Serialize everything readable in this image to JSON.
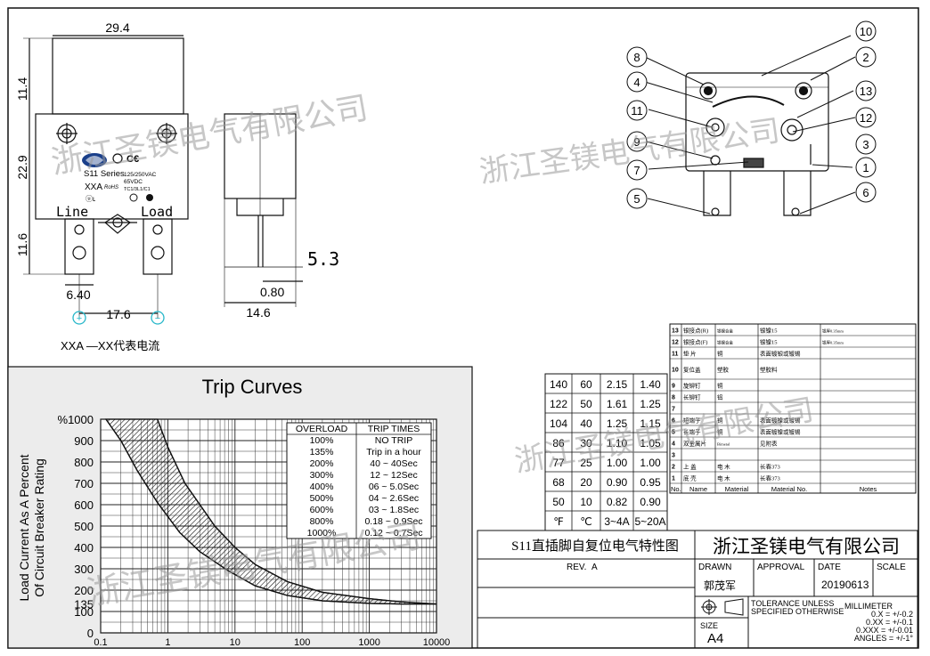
{
  "watermark": "浙江圣镁电气有限公司",
  "front_view": {
    "dim_top": "29.4",
    "dim_left_1": "11.4",
    "dim_left_2": "22.9",
    "dim_left_3": "11.6",
    "dim_pin": "6.40",
    "dim_pitch": "17.6",
    "plus": "+",
    "minus": "−",
    "label_line": "Line",
    "label_load": "Load",
    "series": "S11 Series",
    "rating_1": "125/250VAC",
    "rating_2": "65VDC",
    "rating_3": "TC1/3L1/C1",
    "model": "XXA",
    "rohs": "RoHS",
    "note": "XXA —XX代表电流"
  },
  "side_view": {
    "dim_53": "5.3",
    "dim_080": "0.80",
    "dim_146": "14.6"
  },
  "exploded_view": {
    "callouts": [
      "10",
      "8",
      "2",
      "4",
      "13",
      "11",
      "12",
      "9",
      "3",
      "7",
      "1",
      "5",
      "6"
    ]
  },
  "chart_data": {
    "type": "area",
    "title": "Trip Curves",
    "ylabel_1": "Load Current As A Percent",
    "ylabel_2": "Of Circuit Breaker Rating",
    "xscale": "log",
    "xlim": [
      0.1,
      10000
    ],
    "ylim": [
      0,
      1000
    ],
    "xticks": [
      "0.1",
      "1",
      "10",
      "100",
      "1000",
      "10000"
    ],
    "yticks": [
      "%1000",
      "900",
      "800",
      "700",
      "600",
      "500",
      "400",
      "300",
      "200",
      "135",
      "100",
      "0"
    ],
    "grid": true,
    "series": [
      {
        "x": [
          0.12,
          0.2,
          0.35,
          0.7,
          1.5,
          3,
          8,
          20,
          60,
          200,
          1000,
          3000,
          10000
        ],
        "y": [
          1000,
          900,
          760,
          610,
          470,
          380,
          290,
          220,
          175,
          150,
          138,
          135,
          135
        ]
      },
      {
        "x": [
          0.7,
          1,
          1.8,
          3,
          5,
          10,
          20,
          60,
          200,
          1000,
          3000,
          10000
        ],
        "y": [
          1000,
          870,
          700,
          600,
          500,
          400,
          320,
          240,
          190,
          160,
          145,
          135
        ]
      }
    ],
    "table": {
      "headers": [
        "OVERLOAD",
        "TRIP TIMES"
      ],
      "rows": [
        [
          "100%",
          "NO TRIP"
        ],
        [
          "135%",
          "Trip in a hour"
        ],
        [
          "200%",
          "40 ~ 40Sec"
        ],
        [
          "300%",
          "12 ~ 12Sec"
        ],
        [
          "400%",
          "06 ~ 5.0Sec"
        ],
        [
          "500%",
          "04 ~ 2.6Sec"
        ],
        [
          "600%",
          "03 ~ 1.8Sec"
        ],
        [
          "800%",
          "0.18 ~ 0.9Sec"
        ],
        [
          "1000%",
          "0.12 ~ 0.7Sec"
        ]
      ]
    }
  },
  "temp_table": {
    "footer": [
      "℉",
      "℃",
      "3~4A",
      "5~20A"
    ],
    "rows": [
      [
        "140",
        "60",
        "2.15",
        "1.40"
      ],
      [
        "122",
        "50",
        "1.61",
        "1.25"
      ],
      [
        "104",
        "40",
        "1.25",
        "1.15"
      ],
      [
        "86",
        "30",
        "1.10",
        "1.05"
      ],
      [
        "77",
        "25",
        "1.00",
        "1.00"
      ],
      [
        "68",
        "20",
        "0.90",
        "0.95"
      ],
      [
        "50",
        "10",
        "0.82",
        "0.90"
      ]
    ]
  },
  "bom": {
    "headers": [
      "No.",
      "Name",
      "Material",
      "Material No.",
      "Notes"
    ],
    "rows": [
      [
        "13",
        "银接点(R)",
        "银镍合金",
        "银镍15",
        "银厚0.35mm"
      ],
      [
        "12",
        "银接点(F)",
        "银镍合金",
        "银镍15",
        "银厚0.35mm"
      ],
      [
        "11",
        "垫 片",
        "铜",
        "表面镀银或镀锡",
        ""
      ],
      [
        "10",
        "复位盖",
        "塑胶",
        "塑胶料",
        ""
      ],
      [
        "9",
        "旋铆钉",
        "铜",
        "",
        ""
      ],
      [
        "8",
        "长铆钉",
        "铝",
        "",
        ""
      ],
      [
        "7",
        "",
        "",
        "",
        ""
      ],
      [
        "6",
        "短端子",
        "铜",
        "表面镀镍或镀锡",
        ""
      ],
      [
        "5",
        "长端子",
        "铜",
        "表面镀镍或镀锡",
        ""
      ],
      [
        "4",
        "双金属片",
        "Bimetal",
        "见附表",
        ""
      ],
      [
        "3",
        "",
        "",
        "",
        ""
      ],
      [
        "2",
        "上 盖",
        "电 木",
        "长春373",
        ""
      ],
      [
        "1",
        "底 壳",
        "电 木",
        "长春373",
        ""
      ]
    ]
  },
  "title_block": {
    "drawing_title": "S11直插脚自复位电气特性图",
    "company": "浙江圣镁电气有限公司",
    "rev_label": "REV.",
    "rev_value": "A",
    "drawn_label": "DRAWN",
    "drawn_value": "郭茂军",
    "approval_label": "APPROVAL",
    "date_label": "DATE",
    "date_value": "20190613",
    "scale_label": "SCALE",
    "tol_1": "TOLERANCE UNLESS",
    "tol_2": "SPECIFIED OTHERWISE",
    "mm": "MILLIMETER",
    "tol_x": "0.X = +/-0.2",
    "tol_xx": "0.XX = +/-0.1",
    "tol_xxx": "0.XXX = +/-0.01",
    "tol_ang": "ANGLES = +/-1°",
    "size_label": "SIZE",
    "size_value": "A4"
  }
}
